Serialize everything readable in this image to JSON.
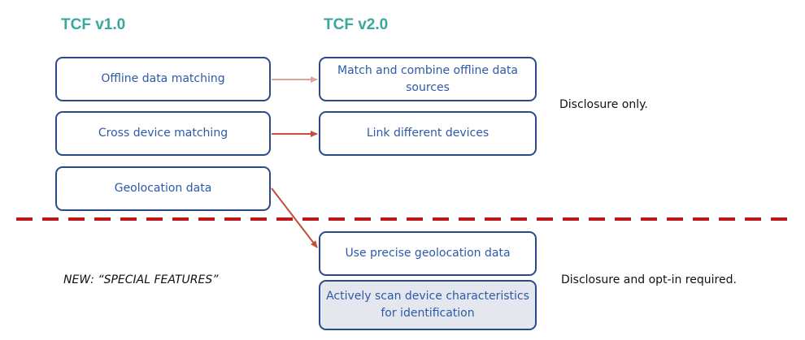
{
  "headings": {
    "v1": "TCF v1.0",
    "v2": "TCF v2.0"
  },
  "v1_boxes": [
    {
      "label": "Offline data matching"
    },
    {
      "label": "Cross device matching"
    },
    {
      "label": "Geolocation data"
    }
  ],
  "v2_boxes": [
    {
      "label": "Match and combine offline data sources"
    },
    {
      "label": "Link different devices"
    },
    {
      "label": "Use precise geolocation data"
    },
    {
      "label": "Actively scan device characteristics for identification"
    }
  ],
  "notes": {
    "disclosure_only": "Disclosure only.",
    "disclosure_optin": "Disclosure and opt-in required.",
    "special_features": "NEW: “SPECIAL FEATURES”"
  },
  "colors": {
    "heading": "#3aa79b",
    "box_border": "#2b4a8a",
    "box_text": "#2d5aa8",
    "arrow_light": "#e0a39c",
    "arrow_dark": "#c0503a",
    "divider": "#c0161c",
    "special_box_fill": "#e4e8ee"
  }
}
